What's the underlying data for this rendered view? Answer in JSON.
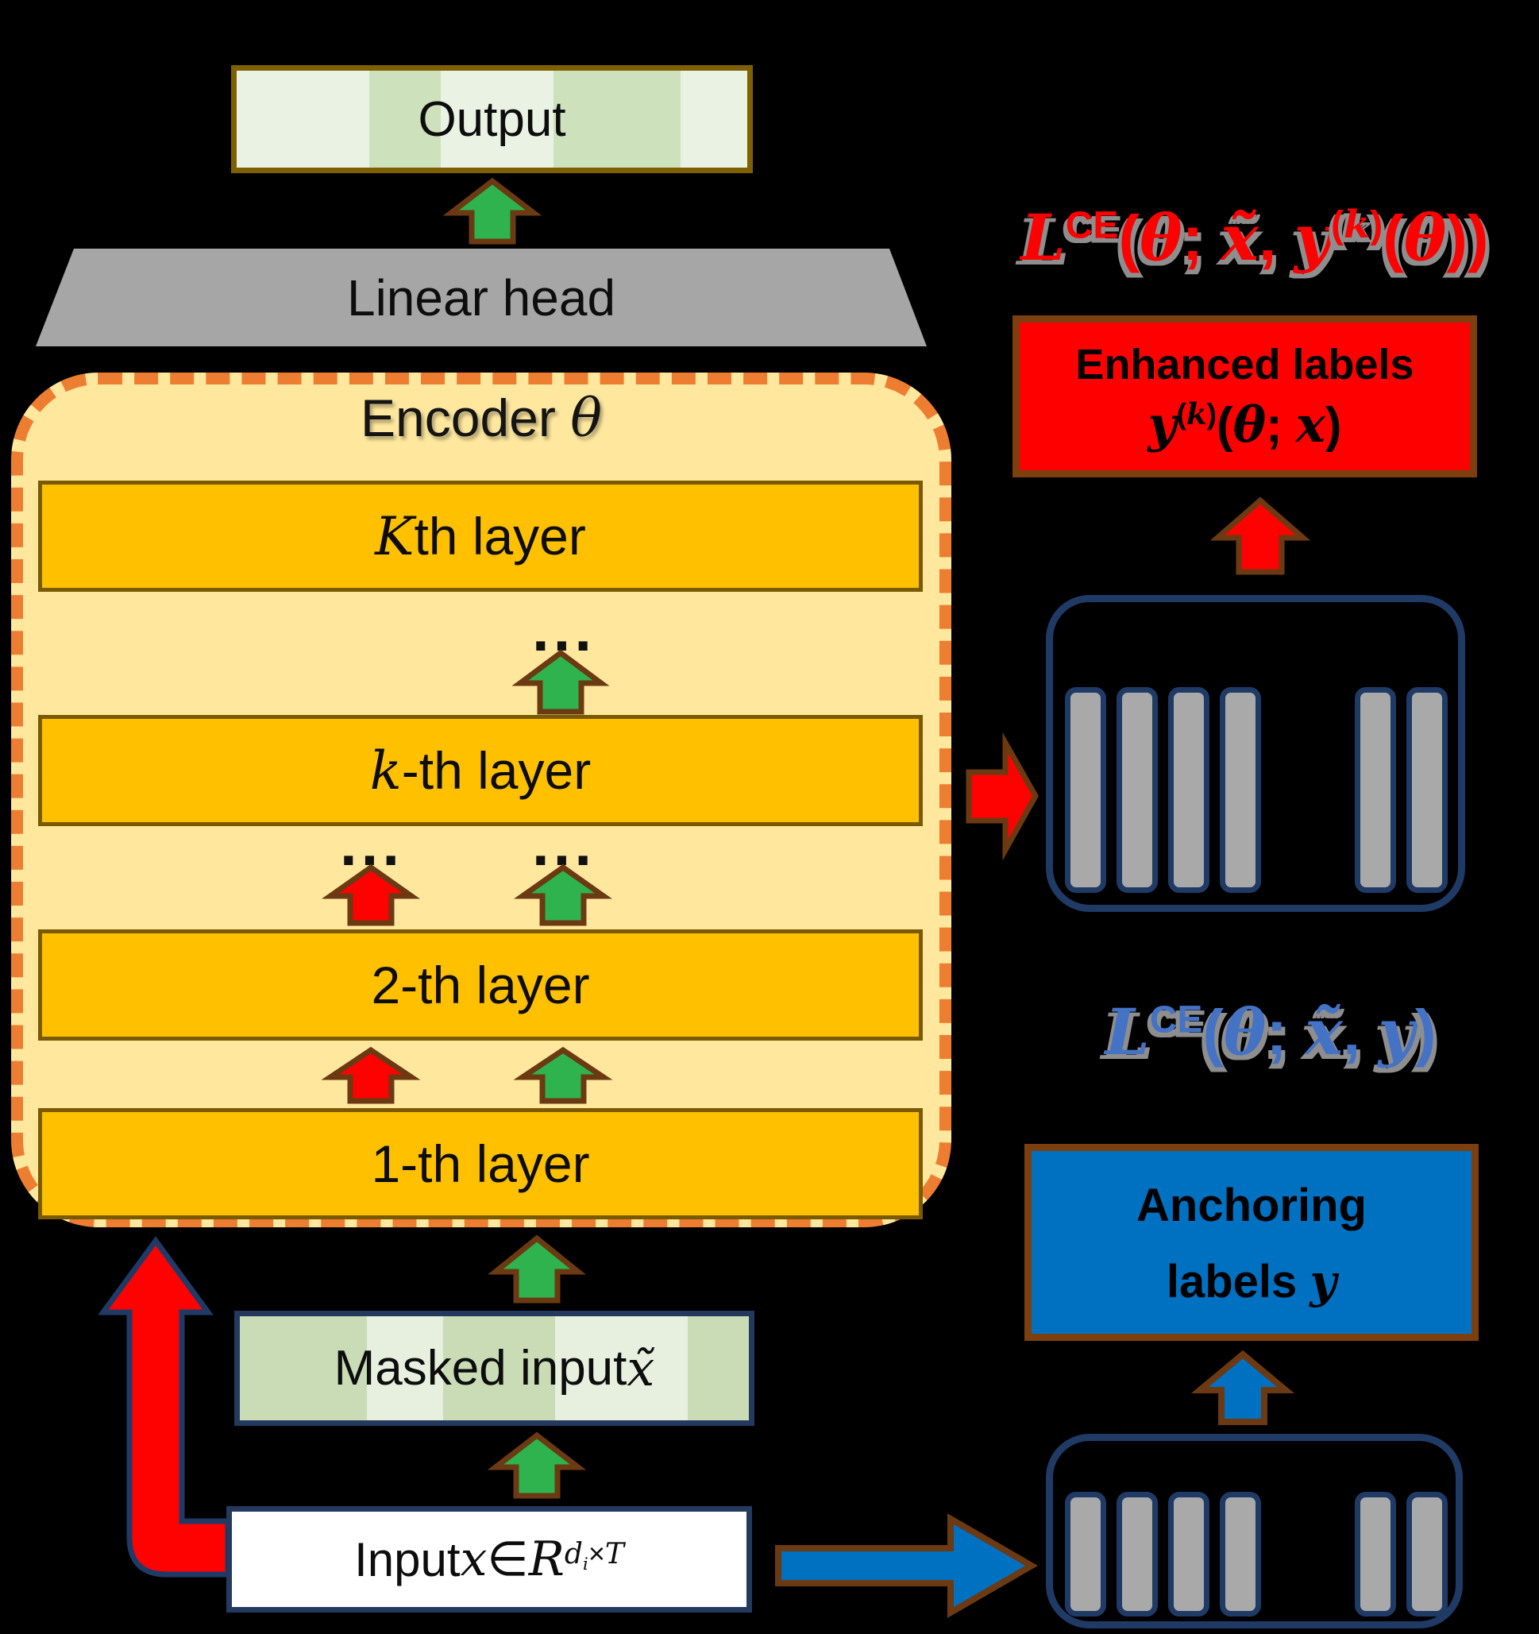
{
  "colors": {
    "background": "#000000",
    "accent_red": "#fe0000",
    "accent_blue": "#0070c0",
    "accent_green": "#2eb34f",
    "encoder_fill": "#ffe89e",
    "encoder_border_orange": "#ed7d31",
    "layer_gold": "#ffc000",
    "gray": "#a6a6a6",
    "navy": "#203a66",
    "brown_outline": "#6b3a12",
    "olive_border": "#7f6000",
    "loss_red_text": "#fb0100",
    "loss_blue_text": "#4472c4"
  },
  "pipeline": {
    "output_label": "Output",
    "linear_head_label": "Linear head",
    "encoder_title_html": "Encoder <i>θ</i>",
    "layers": [
      {
        "label_html": "<i>K</i>th layer"
      },
      {
        "label_html": "<i>k</i>-th layer"
      },
      {
        "label_html": "2-th layer"
      },
      {
        "label_html": "1-th layer"
      }
    ],
    "ellipsis": "...",
    "masked_input_label_html": "Masked input <i>x̃</i>",
    "input_label_html": "Input <i>x</i> ∈ <i>R</i><sup><i>d<sub>i</sub></i>×<i>T</i></sup>"
  },
  "enhanced": {
    "loss_formula_html": "<i>L</i><sup>CE</sup>(<i>θ</i>; <i>x̃</i>, <i>y</i><sup>(<i>k</i>)</sup>(<i>θ</i>))",
    "box_title": "Enhanced labels",
    "box_formula_html": "<i>y</i><sup>(<i>k</i>)</sup>(<i>θ</i>; <i>x</i>)"
  },
  "anchoring": {
    "loss_formula_html": "<i>L</i><sup>CE</sup>(<i>θ</i>; <i>x̃</i>, <i>y</i>)",
    "box_line1": "Anchoring",
    "box_line2_html": "labels <i>y</i>"
  },
  "token_boxes": {
    "groups": [
      4,
      2
    ]
  },
  "stripes": {
    "output": [
      {
        "w": "26%",
        "c": "#eaf2e3"
      },
      {
        "w": "14%",
        "c": "#cde1bc"
      },
      {
        "w": "22%",
        "c": "#eaf2e3"
      },
      {
        "w": "25%",
        "c": "#cde1bc"
      },
      {
        "w": "13%",
        "c": "#eaf2e3"
      }
    ],
    "masked": [
      {
        "w": "25%",
        "c": "#c9dcb6"
      },
      {
        "w": "15%",
        "c": "#e7f0df"
      },
      {
        "w": "22%",
        "c": "#c9dcb6"
      },
      {
        "w": "26%",
        "c": "#e7f0df"
      },
      {
        "w": "12%",
        "c": "#c9dcb6"
      }
    ]
  }
}
